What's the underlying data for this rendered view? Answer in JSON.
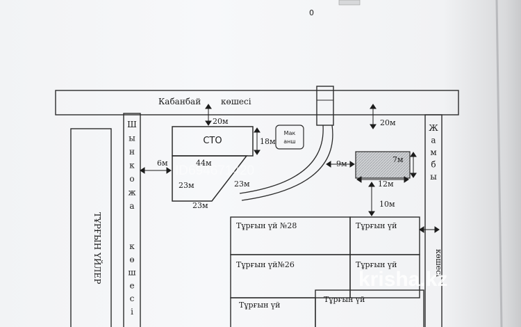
{
  "page_number": "0",
  "streets": {
    "top": [
      "Кабанбай",
      "көшесі"
    ],
    "left_vertical": [
      "Ш",
      "ы",
      "н",
      "к",
      "о",
      "ж",
      "а",
      "к",
      "ө",
      "ш",
      "е",
      "с",
      "і"
    ],
    "right_vertical": [
      "Ж",
      "а",
      "м",
      "б",
      "ы",
      "көшесі"
    ],
    "residential_vertical": "ТҰРҒЫН ҮЙЛЕР"
  },
  "buildings": {
    "sto": "СТО",
    "shop_line1": "Мак",
    "shop_line2": "анш",
    "house_28": "Тұрғын үй     №28",
    "house_26": "Тұрғын үй№26",
    "house_generic": "Тұрғын үй"
  },
  "dimensions": {
    "d20_top": "20м",
    "d18": "18м",
    "d44": "44м",
    "d6": "6м",
    "d23_left": "23м",
    "d23_right": "23м",
    "d23_bottom": "23м",
    "d20_right": "20м",
    "d9": "9м",
    "d7": "7м",
    "d12": "12м",
    "d10": "10м"
  },
  "watermark": {
    "brand": "krisha.kz",
    "id": "ID694671420"
  }
}
